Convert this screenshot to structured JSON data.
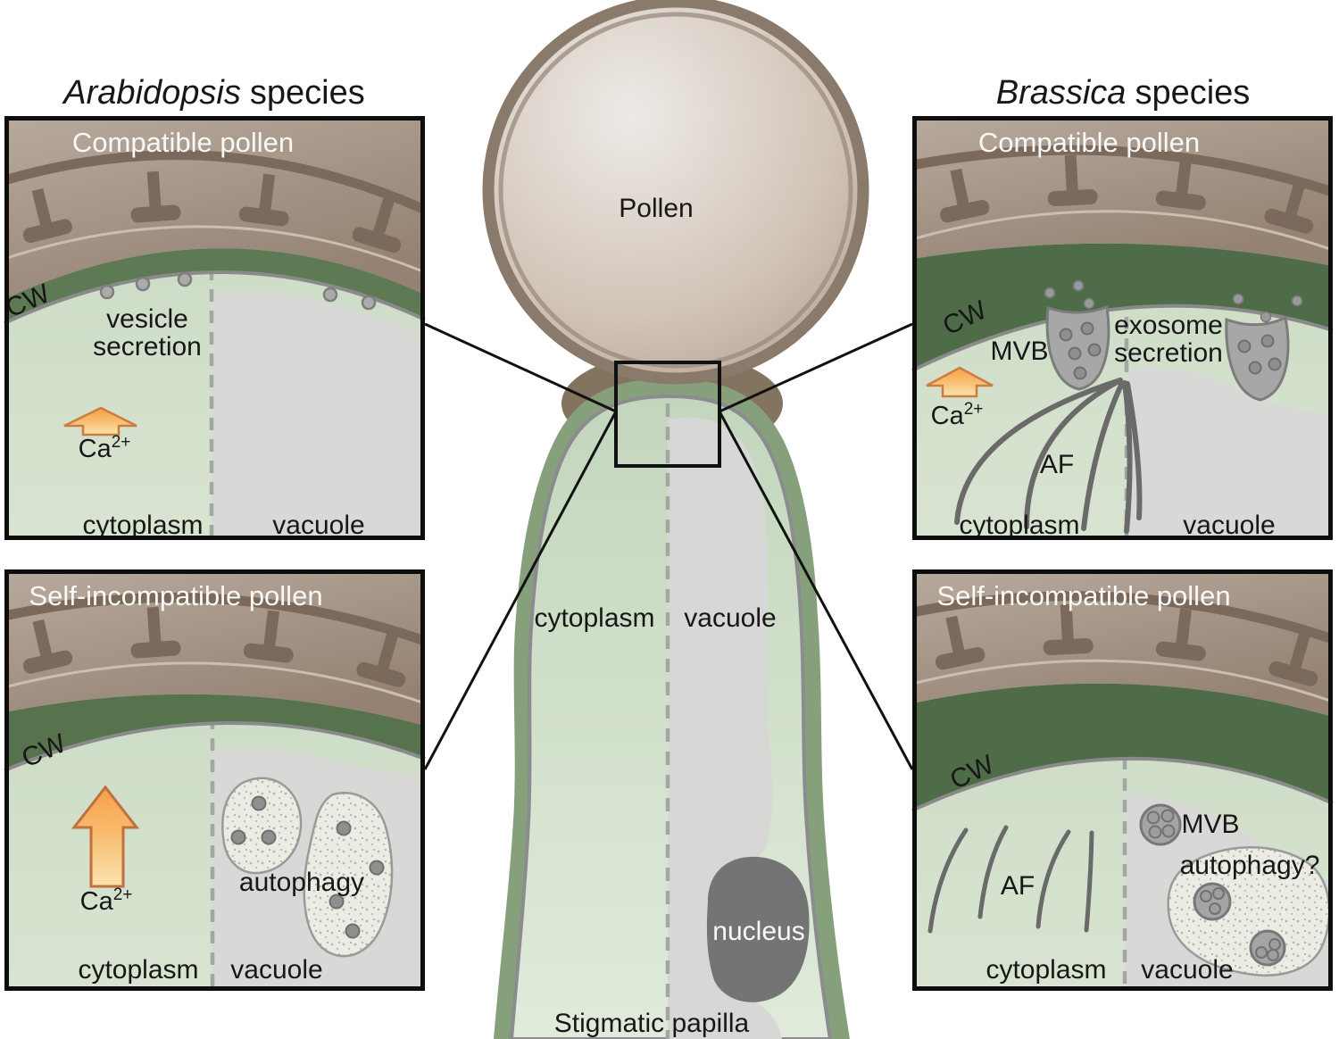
{
  "figure": {
    "left_header": {
      "italic": "Arabidopsis",
      "rest": "species"
    },
    "right_header": {
      "italic": "Brassica",
      "rest": "species"
    },
    "center": {
      "pollen": "Pollen",
      "cytoplasm": "cytoplasm",
      "vacuole": "vacuole",
      "nucleus": "nucleus",
      "papilla": "Stigmatic papilla"
    },
    "panels": {
      "tl": {
        "title": "Compatible pollen",
        "cw": "CW",
        "line1": "vesicle",
        "line2": "secretion",
        "ca": "Ca",
        "ca_sup": "2+",
        "cytoplasm": "cytoplasm",
        "vacuole": "vacuole"
      },
      "bl": {
        "title": "Self-incompatible pollen",
        "cw": "CW",
        "autophagy": "autophagy",
        "ca": "Ca",
        "ca_sup": "2+",
        "cytoplasm": "cytoplasm",
        "vacuole": "vacuole"
      },
      "tr": {
        "title": "Compatible pollen",
        "cw": "CW",
        "mvb": "MVB",
        "exo1": "exosome",
        "exo2": "secretion",
        "af": "AF",
        "ca": "Ca",
        "ca_sup": "2+",
        "cytoplasm": "cytoplasm",
        "vacuole": "vacuole"
      },
      "br": {
        "title": "Self-incompatible pollen",
        "cw": "CW",
        "mvb": "MVB",
        "af": "AF",
        "autophagy": "autophagy?",
        "cytoplasm": "cytoplasm",
        "vacuole": "vacuole"
      }
    },
    "colors": {
      "cell_wall_green": "#5d7a55",
      "cell_wall_green_dark": "#4f6c49",
      "cytoplasm_green": "#cddcc7",
      "vacuole_gray": "#d8d9d6",
      "pollen_wall_brown": "#9e8d7f",
      "exine_dark_brown": "#7b6a5c",
      "papilla_band_green": "#87a07c",
      "nucleus_gray": "#747474",
      "calcium_arrow_orange": "#f49a43",
      "organelle_gray": "#a7a7a7"
    }
  }
}
